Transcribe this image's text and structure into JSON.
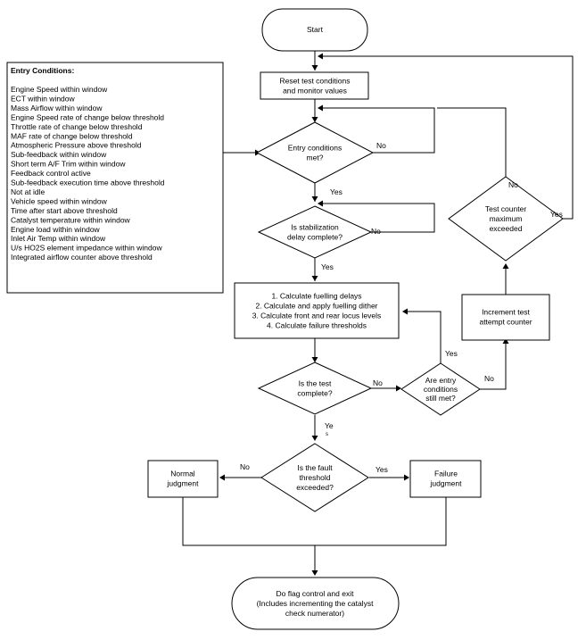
{
  "entry_conditions": {
    "title": "Entry Conditions:",
    "items": [
      "Engine Speed within window",
      "ECT within window",
      "Mass Airflow within window",
      "Engine Speed rate of change below threshold",
      "Throttle rate of change below threshold",
      "MAF rate of change below threshold",
      "Atmospheric Pressure above threshold",
      "Sub-feedback within window",
      "Short term A/F Trim within window",
      "Feedback control active",
      "Sub-feedback execution time above threshold",
      "Not at idle",
      "Vehicle speed within window",
      "Time after start above threshold",
      "Catalyst temperature within window",
      "Engine load within window",
      "Inlet Air Temp within window",
      "U/s HO2S element impedance within window",
      "Integrated airflow counter above threshold"
    ]
  },
  "nodes": {
    "start": [
      "Start"
    ],
    "reset": [
      "Reset test conditions",
      "and monitor values"
    ],
    "entry_met": [
      "Entry conditions",
      "met?"
    ],
    "stabilization": [
      "Is stabilization",
      "delay complete?"
    ],
    "calculate": [
      "1.  Calculate fuelling delays",
      "2.  Calculate and apply fuelling dither",
      "3.  Calculate front and rear locus levels",
      "4.  Calculate failure thresholds"
    ],
    "test_complete": [
      "Is the test",
      "complete?"
    ],
    "still_met": [
      "Are entry",
      "conditions",
      "still met?"
    ],
    "increment": [
      "Increment test",
      "attempt counter"
    ],
    "max_exceeded": [
      "Test counter",
      "maximum",
      "exceeded"
    ],
    "fault_exceeded": [
      "Is the fault",
      "threshold",
      "exceeded?"
    ],
    "normal": [
      "Normal",
      "judgment"
    ],
    "failure": [
      "Failure",
      "judgment"
    ],
    "exit": [
      "Do flag control and exit",
      "(Includes incrementing the catalyst",
      "check numerator)"
    ]
  },
  "labels": {
    "entry_no": "No",
    "entry_yes": "Yes",
    "stab_no": "No",
    "stab_yes": "Yes",
    "test_no": "No",
    "test_yes_1": "Ye",
    "test_yes_2": "s",
    "still_no": "No",
    "still_yes": "Yes",
    "max_no": "No",
    "max_yes": "Yes",
    "fault_no": "No",
    "fault_yes": "Yes"
  }
}
